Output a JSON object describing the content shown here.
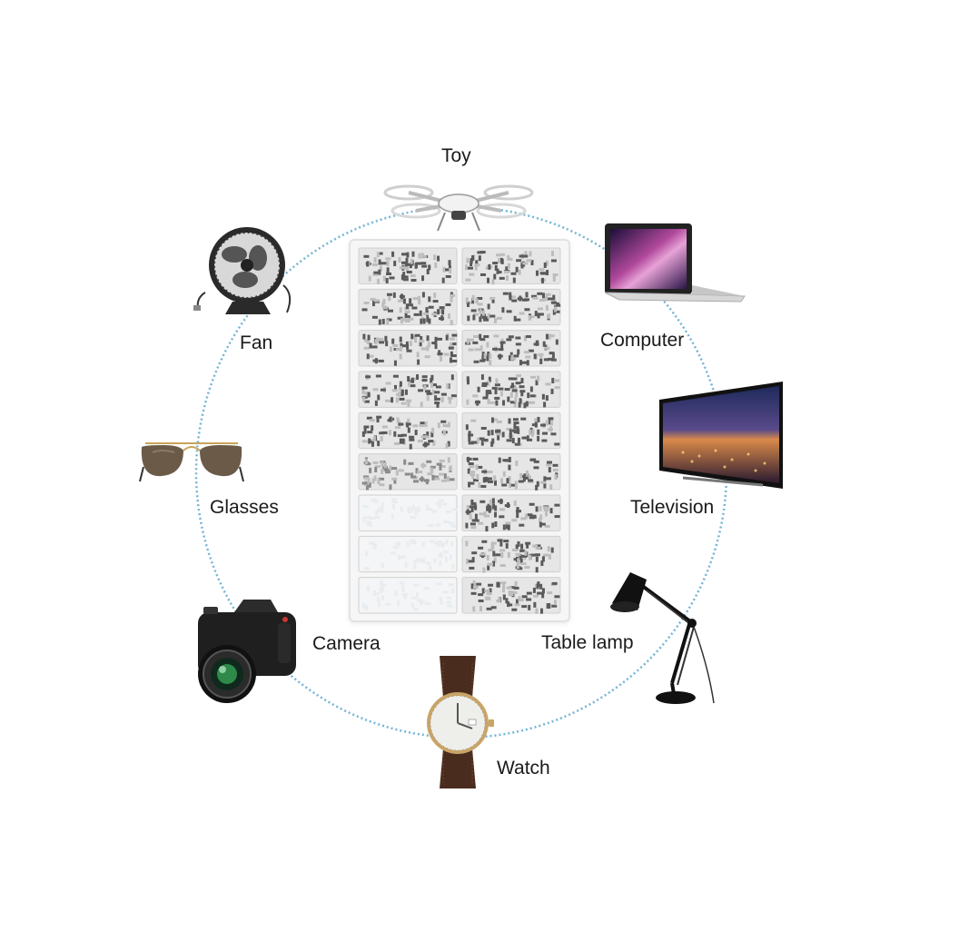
{
  "labels": {
    "toy": "Toy",
    "fan": "Fan",
    "computer": "Computer",
    "glasses": "Glasses",
    "television": "Television",
    "camera": "Camera",
    "table_lamp": "Table lamp",
    "watch": "Watch"
  },
  "tray": {
    "columns": 2,
    "rows": 9,
    "compartments": [
      "screws",
      "screws",
      "screws",
      "screws",
      "screws",
      "screws",
      "screws",
      "screws",
      "screws",
      "screws",
      "nuts",
      "screws",
      "clear",
      "screws",
      "clear",
      "screws",
      "clear",
      "screws"
    ]
  },
  "colors": {
    "ring": "#5aa8cf",
    "screw_dark": "#5a5a5a",
    "screw_light": "#bdbdbd",
    "clear_parts": "#e9ecee"
  }
}
